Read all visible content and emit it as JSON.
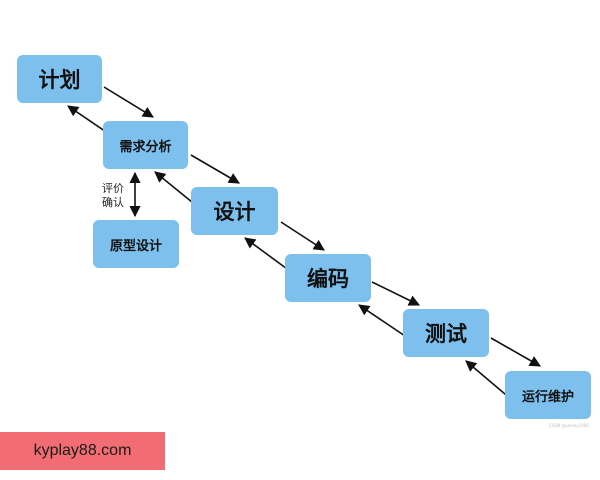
{
  "nodes": {
    "plan": "计划",
    "analysis": "需求分析",
    "design": "设计",
    "coding": "编码",
    "testing": "测试",
    "maintenance": "运行维护",
    "prototype": "原型设计"
  },
  "side_label": {
    "line1": "评价",
    "line2": "确认"
  },
  "watermark": "CSDN @Lovely2006",
  "banner": "kyplay88.com",
  "colors": {
    "node_fill": "#7dc0ee",
    "arrow": "#111111",
    "banner_fill": "#f26d73"
  }
}
